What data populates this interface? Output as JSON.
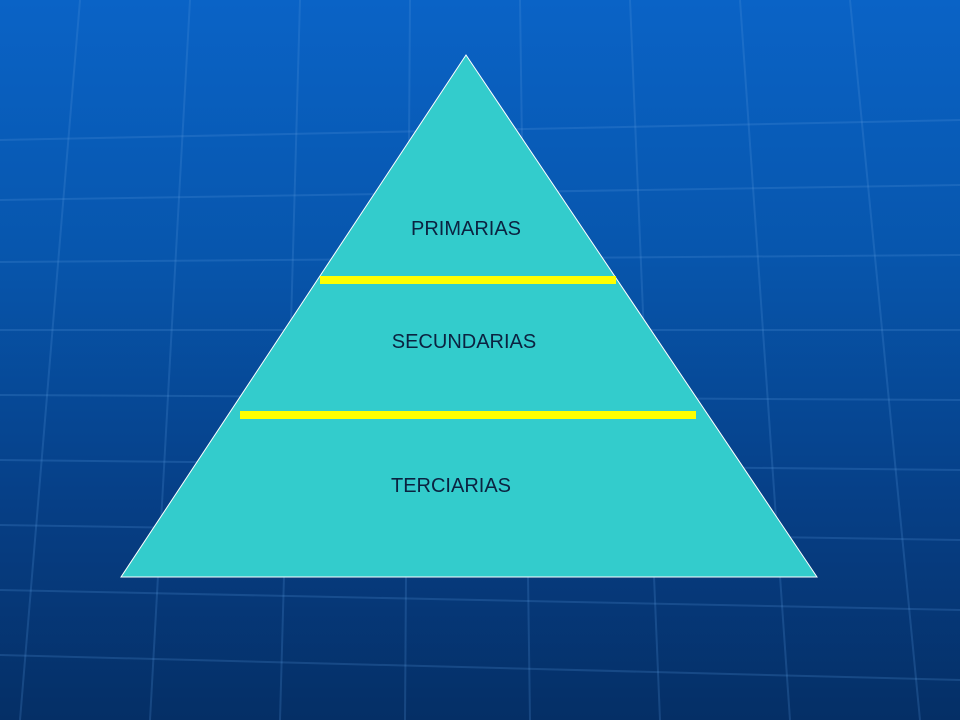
{
  "diagram": {
    "tiers": [
      {
        "label": "PRIMARIAS"
      },
      {
        "label": "SECUNDARIAS"
      },
      {
        "label": "TERCIARIAS"
      }
    ],
    "colors": {
      "pyramid_fill": "#33cccc",
      "divider": "#ffff00",
      "text": "#0b2240",
      "background_top": "#0a63c6",
      "background_bottom": "#052f66"
    }
  }
}
